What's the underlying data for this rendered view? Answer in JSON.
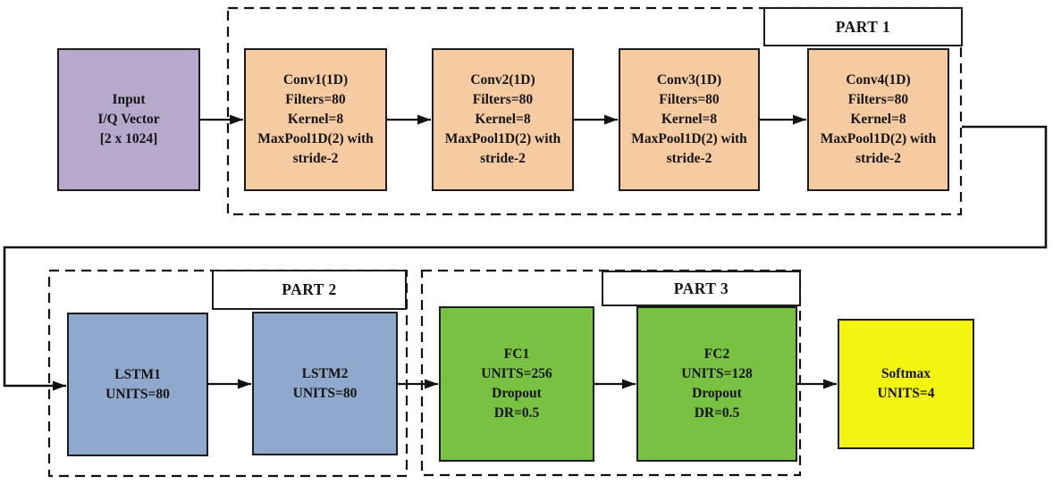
{
  "diagram": {
    "blocks": {
      "input": {
        "text": "Input\nI/Q Vector\n[2 x 1024]",
        "fill": "#b6a9cc"
      },
      "conv1": {
        "text": "Conv1(1D)\nFilters=80\nKernel=8\nMaxPool1D(2) with\nstride-2",
        "fill": "#f7cba1"
      },
      "conv2": {
        "text": "Conv2(1D)\nFilters=80\nKernel=8\nMaxPool1D(2) with\nstride-2",
        "fill": "#f7cba1"
      },
      "conv3": {
        "text": "Conv3(1D)\nFilters=80\nKernel=8\nMaxPool1D(2) with\nstride-2",
        "fill": "#f7cba1"
      },
      "conv4": {
        "text": "Conv4(1D)\nFilters=80\nKernel=8\nMaxPool1D(2) with\nstride-2",
        "fill": "#f7cba1"
      },
      "lstm1": {
        "text": "LSTM1\nUNITS=80",
        "fill": "#8fa9cc"
      },
      "lstm2": {
        "text": "LSTM2\nUNITS=80",
        "fill": "#8fa9cc"
      },
      "fc1": {
        "text": "FC1\nUNITS=256\nDropout\nDR=0.5",
        "fill": "#79c142"
      },
      "fc2": {
        "text": "FC2\nUNITS=128\nDropout\nDR=0.5",
        "fill": "#79c142"
      },
      "softmax": {
        "text": "Softmax\nUNITS=4",
        "fill": "#f4f411"
      }
    },
    "groups": {
      "part1": {
        "label": "PART 1"
      },
      "part2": {
        "label": "PART 2"
      },
      "part3": {
        "label": "PART 3"
      }
    },
    "colors": {
      "line": "#111111",
      "border": "#1c1c1c",
      "background": "#ffffff"
    }
  }
}
